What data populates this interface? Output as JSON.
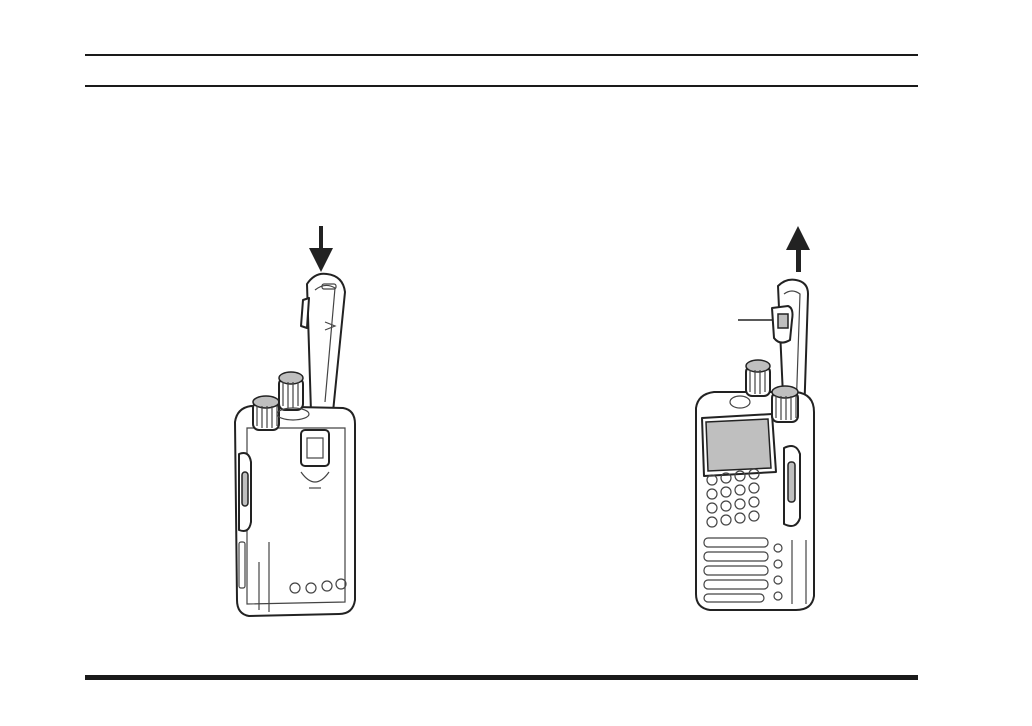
{
  "page": {
    "lines": [
      "top-rule-1",
      "top-rule-2",
      "bottom-rule"
    ]
  },
  "figures": [
    {
      "name": "left-illustration",
      "subject": "radio-rear-view-belt-clip-install",
      "arrow": "down"
    },
    {
      "name": "right-illustration",
      "subject": "radio-front-view-belt-clip-remove",
      "arrow": "up"
    }
  ],
  "icons": [
    "arrow-down-icon",
    "arrow-up-icon",
    "leader-line"
  ]
}
